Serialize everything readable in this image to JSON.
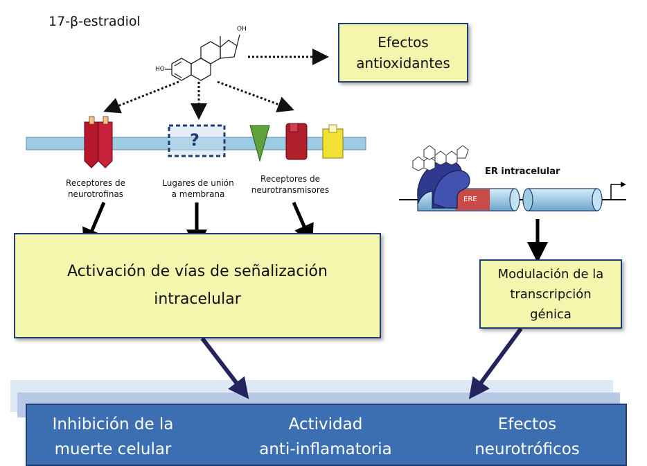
{
  "title": "17-β-estradiol",
  "efectos_antioxidantes": [
    "Efectos",
    "antioxidantes"
  ],
  "receptors": {
    "neurotrofinas": [
      "Receptores de",
      "neurotrofinas"
    ],
    "membrana": [
      "Lugares de unión",
      "a membrana"
    ],
    "neurotransmisores": [
      "Receptores de",
      "neurotransmisores"
    ],
    "question_mark": "?"
  },
  "molecule": {
    "oh_top": "OH",
    "ho_left": "HO"
  },
  "er": {
    "label": "ER intracelular",
    "ere": "ERE"
  },
  "activacion": [
    "Activación de vías de señalización",
    "intracelular"
  ],
  "modulacion": [
    "Modulación de la",
    "transcripción",
    "génica"
  ],
  "outcomes": {
    "inhibicion": [
      "Inhibición de la",
      "muerte celular"
    ],
    "actividad": [
      "Actividad",
      "anti-inflamatoria"
    ],
    "efectos": [
      "Efectos",
      "neurotróficos"
    ]
  }
}
